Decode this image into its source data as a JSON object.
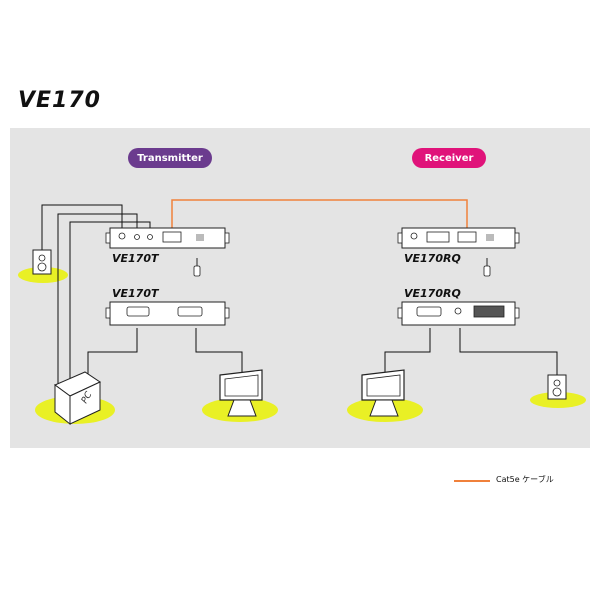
{
  "title": "VE170",
  "labels": {
    "transmitter": "Transmitter",
    "receiver": "Receiver",
    "tx_model_top": "VE170T",
    "tx_model_bottom": "VE170T",
    "rx_model_top": "VE170RQ",
    "rx_model_bottom": "VE170RQ",
    "pc": "PC"
  },
  "legend": {
    "cable_label": "Cat5e ケーブル",
    "cable_color": "#f0813b"
  },
  "colors": {
    "transmitter_badge": "#6b3b8e",
    "receiver_badge": "#e0137a",
    "panel": "#e4e4e4",
    "floor_ellipse": "#e9f025"
  }
}
